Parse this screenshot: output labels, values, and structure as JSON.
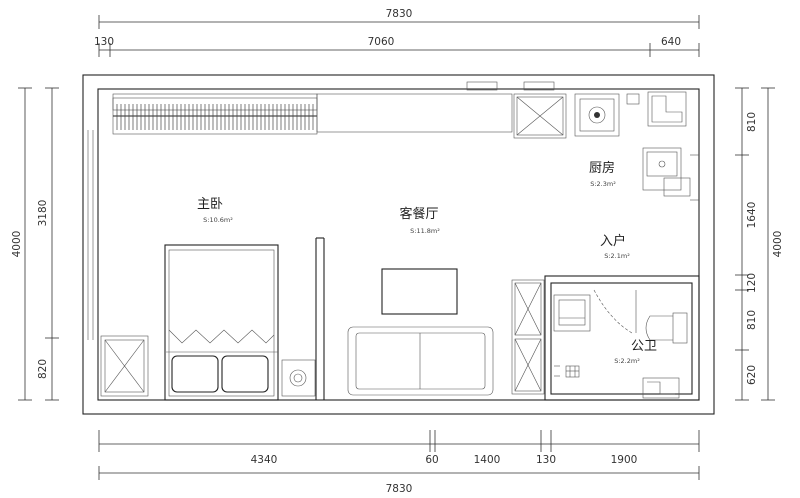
{
  "dimensions": {
    "top_total": "7830",
    "top_left_small": "130",
    "top_mid": "7060",
    "top_right": "640",
    "bottom_total": "7830",
    "bottom_1": "4340",
    "bottom_2": "60",
    "bottom_3": "1400",
    "bottom_4": "130",
    "bottom_5": "1900",
    "left_total": "4000",
    "left_upper": "3180",
    "left_lower": "820",
    "right_total": "4000",
    "right_1": "810",
    "right_2": "1640",
    "right_3": "120",
    "right_4": "810",
    "right_5": "620"
  },
  "rooms": {
    "master_bedroom": {
      "name": "主卧",
      "area": "S:10.6m²"
    },
    "living_dining": {
      "name": "客餐厅",
      "area": "S:11.8m²"
    },
    "kitchen": {
      "name": "厨房",
      "area": "S:2.3m²"
    },
    "entrance": {
      "name": "入户",
      "area": "S:2.1m²"
    },
    "bathroom": {
      "name": "公卫",
      "area": "S:2.2m²"
    }
  }
}
